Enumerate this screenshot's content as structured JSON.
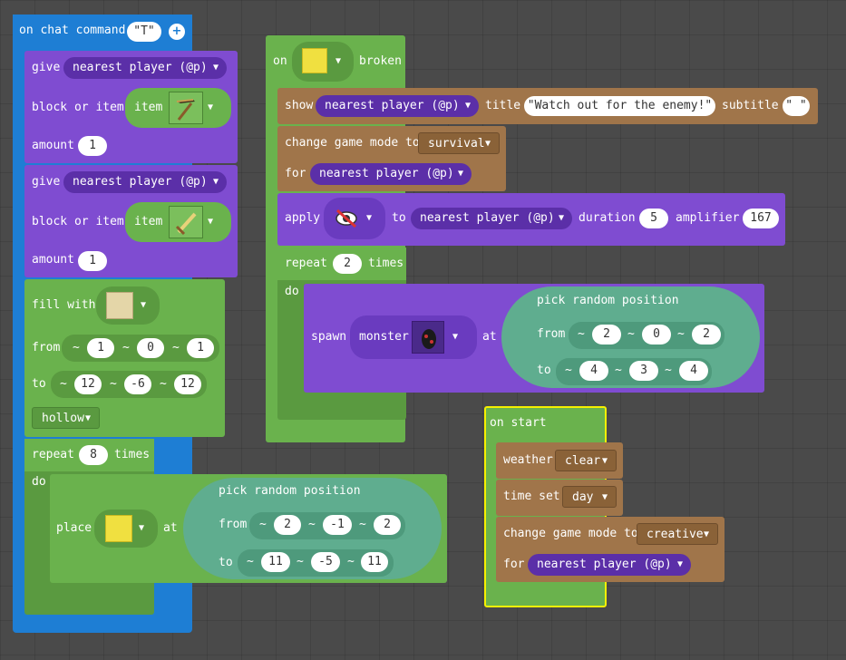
{
  "chat_command": {
    "header": "on chat command",
    "value": "T",
    "give1": {
      "label": "give",
      "player": "nearest player (@p)",
      "block_label": "block or item",
      "item_label": "item",
      "item_icon": "pickaxe-icon",
      "amount_label": "amount",
      "amount": "1"
    },
    "give2": {
      "label": "give",
      "player": "nearest player (@p)",
      "block_label": "block or item",
      "item_label": "item",
      "item_icon": "sword-icon",
      "amount_label": "amount",
      "amount": "1"
    },
    "fill": {
      "label": "fill with",
      "from_label": "from",
      "from": [
        "1",
        "0",
        "1"
      ],
      "to_label": "to",
      "to": [
        "12",
        "-6",
        "12"
      ],
      "mode": "hollow"
    },
    "repeat": {
      "label": "repeat",
      "count": "8",
      "times": "times",
      "do": "do",
      "place_label": "place",
      "at": "at",
      "pick": "pick random position",
      "from_label": "from",
      "from": [
        "2",
        "-1",
        "2"
      ],
      "to_label": "to",
      "to": [
        "11",
        "-5",
        "11"
      ]
    }
  },
  "on_broken": {
    "on": "on",
    "broken": "broken",
    "show": {
      "label": "show",
      "player": "nearest player (@p)",
      "title_label": "title",
      "title": "Watch out for the enemy!",
      "subtitle_label": "subtitle",
      "subtitle": " "
    },
    "gamemode": {
      "label": "change game mode to",
      "mode": "survival",
      "for": "for",
      "player": "nearest player (@p)"
    },
    "apply": {
      "label": "apply",
      "to": "to",
      "player": "nearest player (@p)",
      "duration_label": "duration",
      "duration": "5",
      "amplifier_label": "amplifier",
      "amplifier": "167"
    },
    "repeat": {
      "label": "repeat",
      "count": "2",
      "times": "times",
      "do": "do",
      "spawn": "spawn",
      "monster": "monster",
      "at": "at",
      "pick": "pick random position",
      "from_label": "from",
      "from": [
        "2",
        "0",
        "2"
      ],
      "to_label": "to",
      "to": [
        "4",
        "3",
        "4"
      ]
    }
  },
  "on_start": {
    "label": "on start",
    "weather": {
      "label": "weather",
      "value": "clear"
    },
    "time": {
      "label": "time set",
      "value": "day"
    },
    "gamemode": {
      "label": "change game mode to",
      "mode": "creative",
      "for": "for",
      "player": "nearest player (@p)"
    }
  },
  "tilde": "~",
  "arrow": "▼"
}
